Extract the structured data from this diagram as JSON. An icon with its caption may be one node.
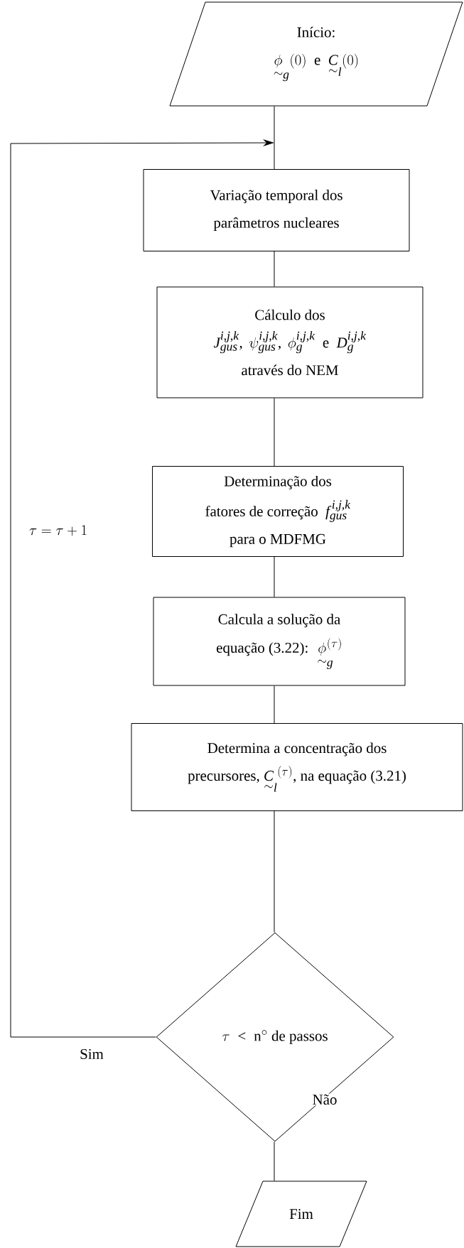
{
  "diagram": {
    "nodes": [
      {
        "text": [
          "Início:",
          "\\underset{\\sim}{\\phi}_{g}(0)\\ \\text{ e }\\ \\underset{\\sim}{C}_{l}(0)"
        ]
      },
      {
        "text": [
          "Variação temporal dos",
          "parâmetros nucleares"
        ]
      },
      {
        "text": [
          "Cálculo dos",
          "J_{gus}^{i,j,k},\\ \\psi_{gus}^{i,j,k},\\ \\phi_{g}^{i,j,k}\\ \\text{ e }\\ D_{g}^{i,j,k}",
          "através do NEM"
        ]
      },
      {
        "text": [
          "Determinação dos",
          "\\text{fatores de correção }\\ f_{gus}^{\\,i,j,k}",
          "para o MDFMG"
        ]
      },
      {
        "text": [
          "Calcula a solução da",
          "\\text{equação (3.22): }\\ \\underset{\\sim}{\\phi}_{g}^{(\\tau)}"
        ]
      },
      {
        "text": [
          "Determina a concentração dos",
          "\\text{precursores, }\\underset{\\sim}{C}_{l}^{\\ (\\tau)}\\text{, na equação (3.21)}"
        ]
      },
      {
        "text": [
          "\\tau\\ <\\ \\text{n}^{\\circ}\\text{ de passos}"
        ]
      },
      {
        "text": [
          "Fim"
        ]
      }
    ],
    "edges": [
      {
        "from": 0,
        "to": 1,
        "arrow": "none"
      },
      {
        "from": 1,
        "to": 2,
        "arrow": "none"
      },
      {
        "from": 2,
        "to": 3,
        "arrow": "none"
      },
      {
        "from": 3,
        "to": 4,
        "arrow": "none"
      },
      {
        "from": 4,
        "to": 5,
        "arrow": "none"
      },
      {
        "from": 5,
        "to": 6,
        "arrow": "none"
      },
      {
        "from": 6,
        "to": 1,
        "arrow": "to",
        "label": "Sim"
      },
      {
        "from": 6,
        "to": 7,
        "arrow": "none",
        "label": "Não"
      }
    ],
    "labels": [
      "\\tau = \\tau + 1"
    ]
  }
}
